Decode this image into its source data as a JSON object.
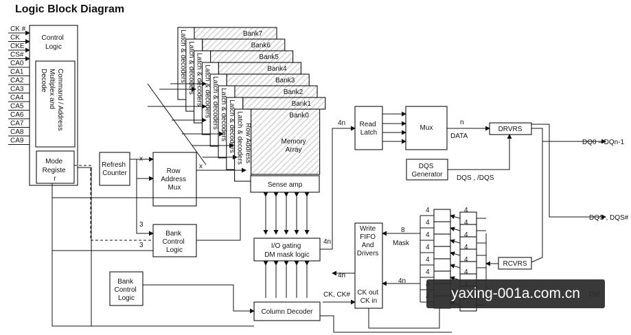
{
  "title": "Logic Block Diagram",
  "input_pins": [
    "CK #",
    "CK",
    "CKE",
    "CS#",
    "CA0",
    "CA1",
    "CA2",
    "CA3",
    "CA4",
    "CA5",
    "CA6",
    "CA7",
    "CA8",
    "CA9"
  ],
  "control_logic": "Control Logic",
  "command_decode": "Command / Address Multiplex and Decode",
  "mode_register": "Mode Registe r",
  "refresh_counter": "Refresh Counter",
  "row_mux": "Row Address Mux",
  "bank_control_top": "Bank Control Logic",
  "bank_control_bottom": "Bank Control Logic",
  "banks": [
    "Bank7",
    "Bank6",
    "Bank5",
    "Bank4",
    "Bank3",
    "Bank2",
    "Bank1",
    "Bank0"
  ],
  "latch_label": "Latch & decoders",
  "row_address_label": "Row Address",
  "memory_array": "Memory Array",
  "sense_amp": "Sense amp",
  "io_gating": "I/O gating DM mask logic",
  "column_decoder": "Column Decoder",
  "read_latch": "Read Latch",
  "mux": "Mux",
  "drvrs": "DRVRS",
  "dqs_generator": "DQS Generator",
  "write_fifo": "Write FIFO And Drivers",
  "ck_out_ck_in": "CK out CK in",
  "rcvrs": "RCVRS",
  "signals": {
    "data": "DATA",
    "dqs_dqs": "DQS , /DQS",
    "dq_bus": "DQ0 – DQn-1",
    "dqs_pair": "DQS , DQS#",
    "mask": "Mask",
    "ck_ck": "CK, CK#",
    "n": "n",
    "four_n": "4n",
    "four": "4",
    "eight": "8",
    "three": "3",
    "x": "x",
    "dm": "DM"
  },
  "watermark": "yaxing-001a.com.cn"
}
